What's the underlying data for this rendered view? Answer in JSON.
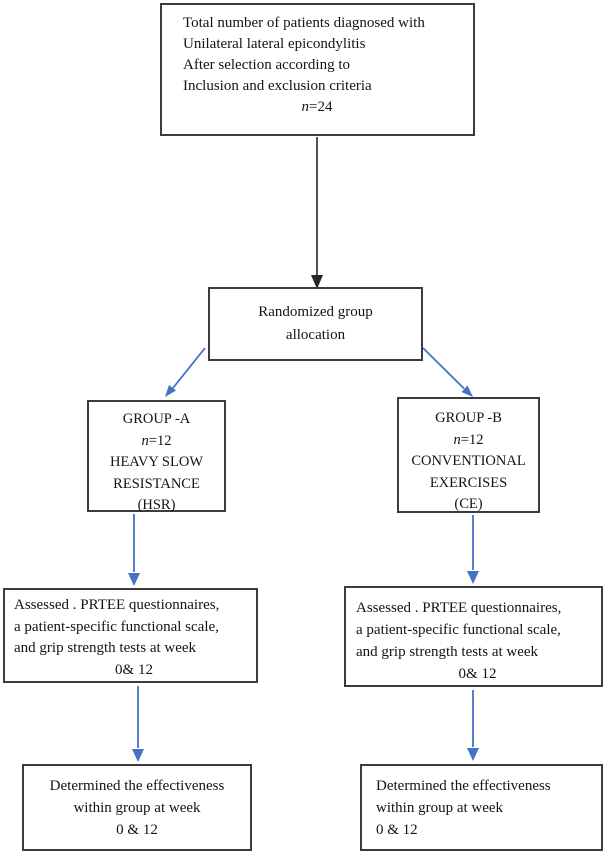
{
  "colors": {
    "arrow_blue": "#4472C4",
    "arrow_black": "#262626",
    "box_border": "#3c3c3c",
    "text": "#141414",
    "background": "#ffffff"
  },
  "flowchart": {
    "top_box": {
      "lines": [
        "Total number of patients diagnosed with",
        "Unilateral lateral epicondylitis",
        "After  selection according to",
        "Inclusion and exclusion criteria"
      ],
      "n_italic": "n",
      "n_rest": "=24"
    },
    "randomized_box": {
      "lines": [
        "Randomized group",
        "allocation"
      ]
    },
    "group_a_box": {
      "title": "GROUP -A",
      "n_italic": "n",
      "n_rest": "=12",
      "lines": [
        "HEAVY SLOW",
        "RESISTANCE",
        "(HSR)"
      ]
    },
    "group_b_box": {
      "title": "GROUP -B",
      "n_italic": "n",
      "n_rest": "=12",
      "lines": [
        "CONVENTIONAL",
        "EXERCISES",
        "(CE)"
      ]
    },
    "assessed_left_box": {
      "lines": [
        "Assessed . PRTEE questionnaires,",
        "a patient-specific functional scale,",
        "and grip strength tests at week"
      ],
      "last_line": "0& 12"
    },
    "assessed_right_box": {
      "lines": [
        "Assessed . PRTEE questionnaires,",
        "a patient-specific functional scale,",
        "and grip strength tests at week"
      ],
      "last_line": "0& 12"
    },
    "determined_left_box": {
      "lines": [
        "Determined the effectiveness",
        "within group at week",
        "0 & 12"
      ]
    },
    "determined_right_box": {
      "lines": [
        "Determined the effectiveness",
        "within group at week",
        "0 & 12"
      ]
    }
  }
}
